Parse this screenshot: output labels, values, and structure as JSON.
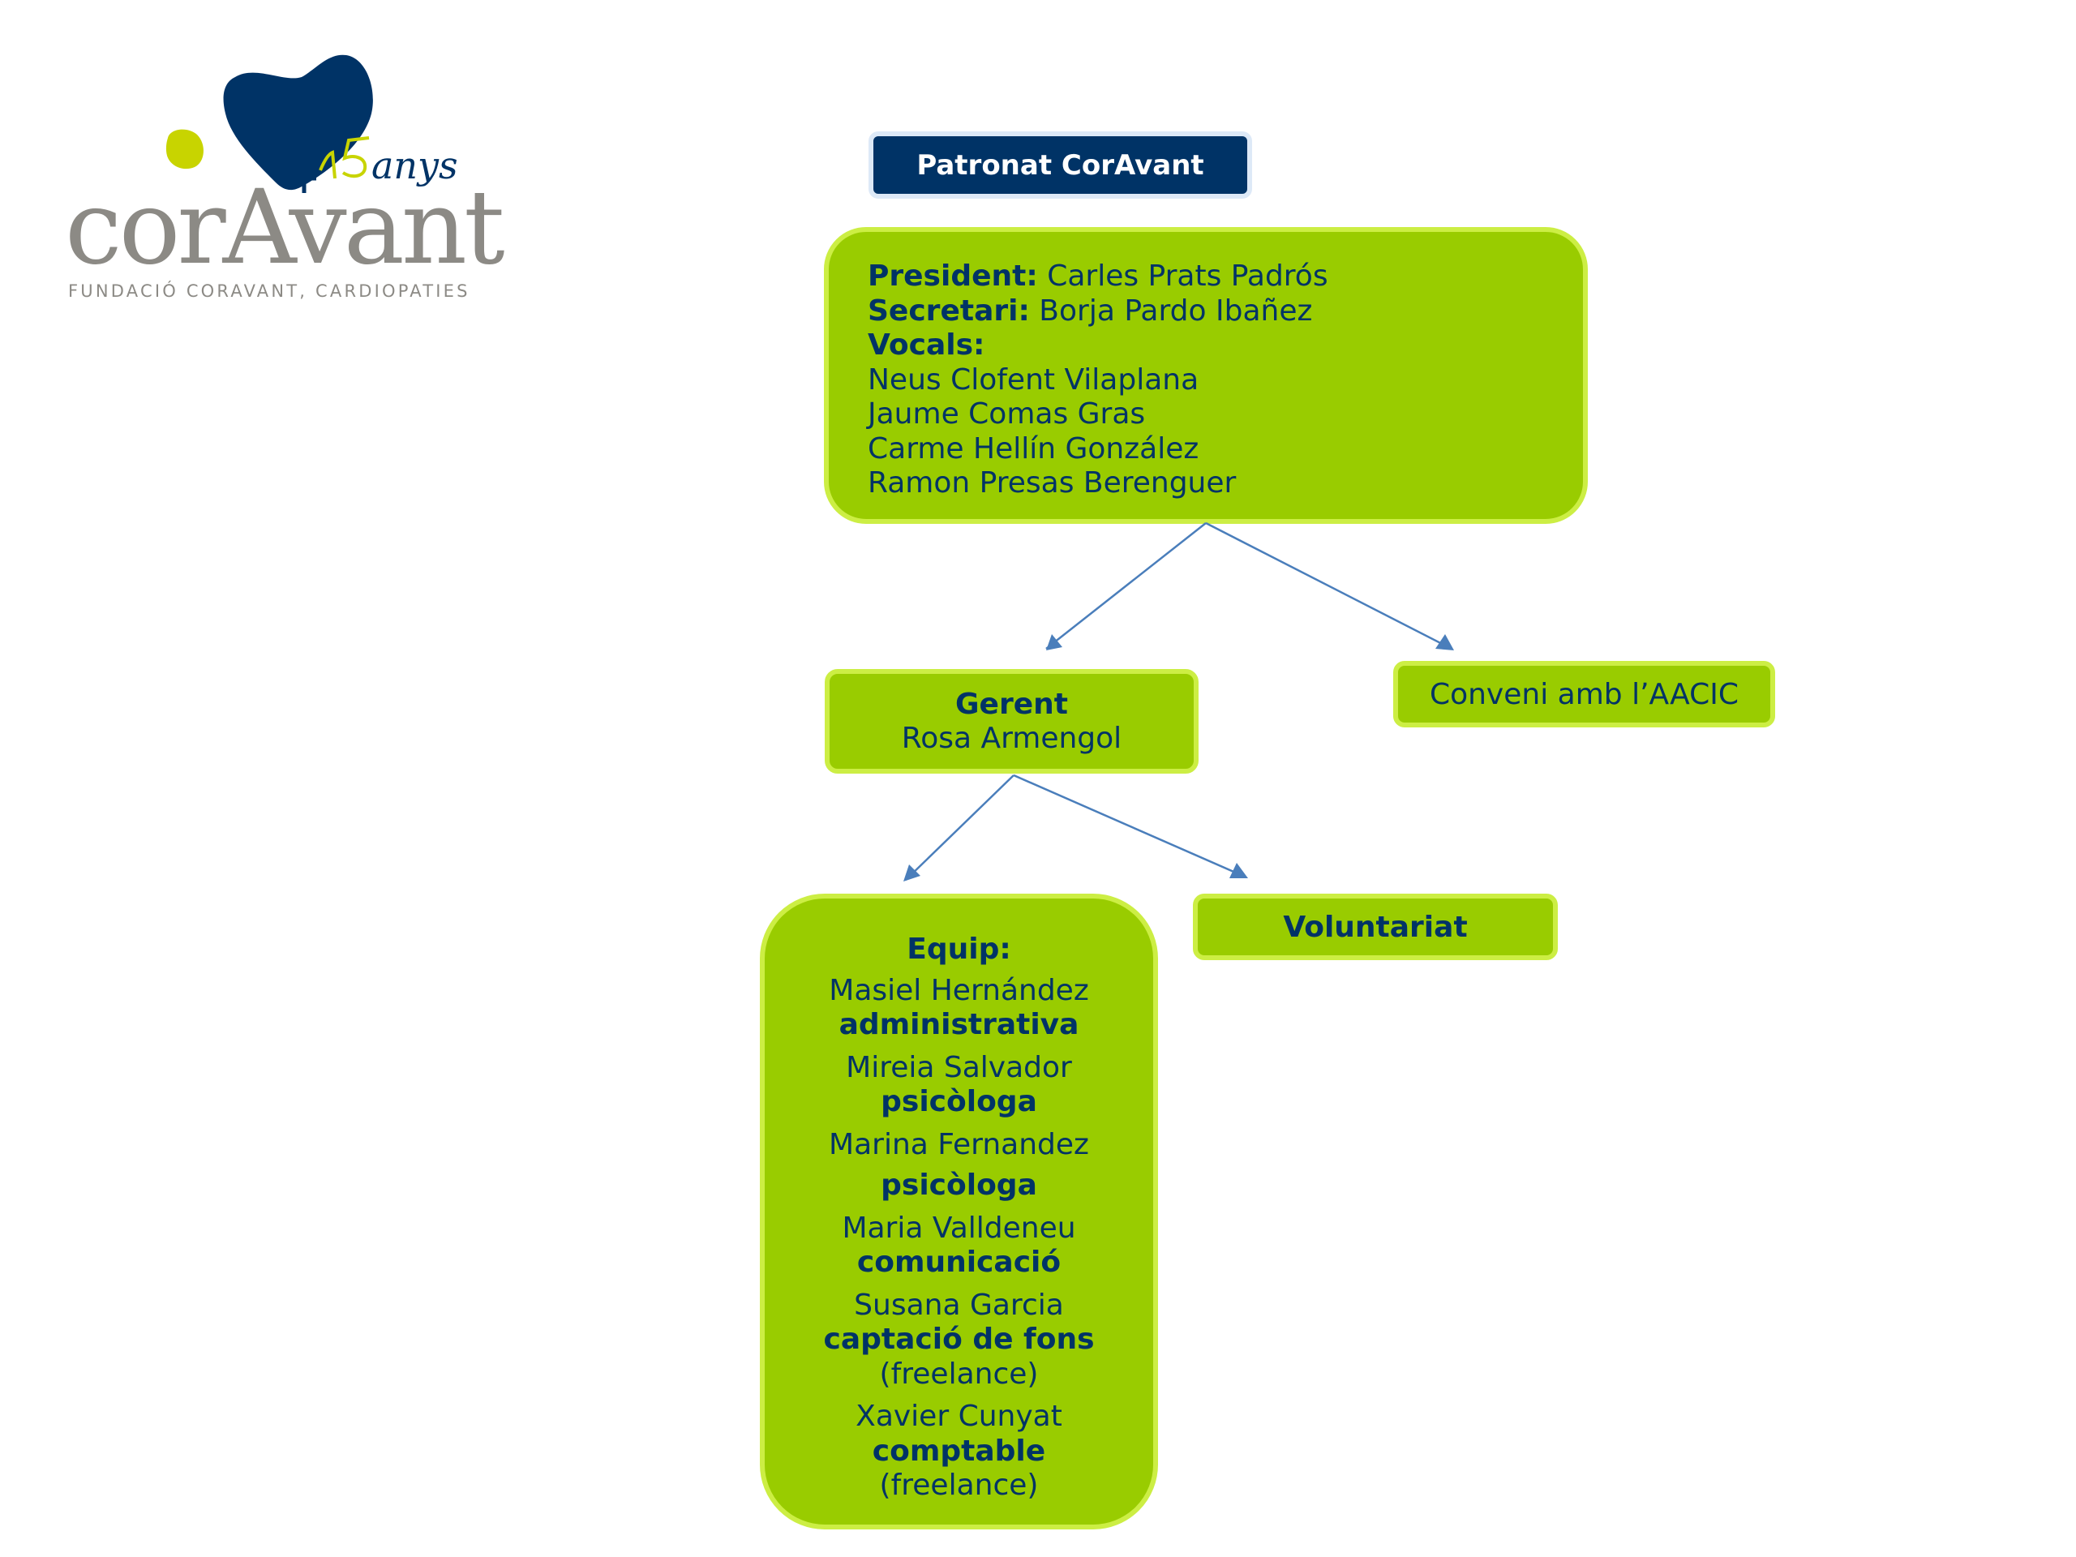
{
  "logo": {
    "wordmark": "corAvant",
    "anniversary_plus": "+",
    "anniversary_number": "15",
    "anniversary_word": "anys",
    "subtitle": "FUNDACIÓ CORAVANT, CARDIOPATIES"
  },
  "colors": {
    "navy": "#003366",
    "green_fill": "#99cc00",
    "green_border": "#ccee44",
    "arrow": "#4a7ebb",
    "logo_gray": "#8c8a85",
    "logo_lime": "#c8d400"
  },
  "title": "Patronat CorAvant",
  "board": {
    "president_label": "President:",
    "president_name": " Carles Prats Padrós",
    "secretary_label": "Secretari:",
    "secretary_name": " Borja Pardo Ibañez",
    "vocals_label": "Vocals:",
    "vocals": [
      "Neus Clofent Vilaplana",
      "Jaume Comas Gras",
      "Carme Hellín González",
      "Ramon Presas Berenguer"
    ]
  },
  "manager": {
    "label": "Gerent",
    "name": "Rosa Armengol"
  },
  "agreement": "Conveni amb l’AACIC",
  "volunteers": "Voluntariat",
  "team": {
    "label": "Equip:",
    "members": [
      {
        "name": "Masiel Hernández",
        "role": "administrativa",
        "note": ""
      },
      {
        "name": "Mireia Salvador",
        "role": "psicòloga",
        "note": ""
      },
      {
        "name": "Marina Fernandez",
        "role": "psicòloga",
        "note": ""
      },
      {
        "name": "Maria Valldeneu",
        "role": "comunicació",
        "note": ""
      },
      {
        "name": "Susana Garcia",
        "role": "captació de fons",
        "note": "(freelance)"
      },
      {
        "name": "Xavier Cunyat",
        "role": "comptable",
        "note": "(freelance)"
      }
    ]
  },
  "connections": [
    {
      "from": "board",
      "to": "manager"
    },
    {
      "from": "board",
      "to": "agreement"
    },
    {
      "from": "manager",
      "to": "team"
    },
    {
      "from": "manager",
      "to": "volunteers"
    }
  ]
}
